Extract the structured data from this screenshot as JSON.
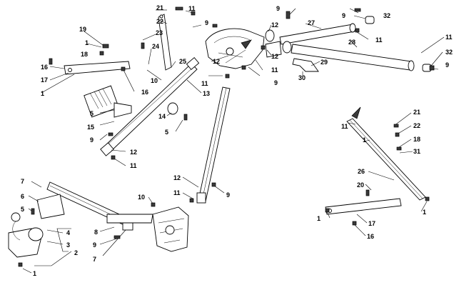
{
  "labels": {
    "c1a": "1",
    "c1b": "1",
    "c1c": "1",
    "c1d": "1",
    "c1e": "1",
    "c1f": "1",
    "c2": "2",
    "c3": "3",
    "c4": "4",
    "c5a": "5",
    "c5b": "5",
    "c5c": "5",
    "c6": "6",
    "c7a": "7",
    "c7b": "7",
    "c8": "8",
    "c9a": "9",
    "c9b": "9",
    "c9c": "9",
    "c9d": "9",
    "c9e": "9",
    "c9f": "9",
    "c9g": "9",
    "c9h": "9",
    "c10a": "10",
    "c10b": "10",
    "c11a": "11",
    "c11b": "11",
    "c11c": "11",
    "c11d": "11",
    "c11e": "11",
    "c11f": "11",
    "c11g": "11",
    "c12a": "12",
    "c12b": "12",
    "c12c": "12",
    "c12d": "12",
    "c12e": "12",
    "c13": "13",
    "c14": "14",
    "c15": "15",
    "c16a": "16",
    "c16b": "16",
    "c16c": "16",
    "c17a": "17",
    "c17b": "17",
    "c18a": "18",
    "c18b": "18",
    "c19": "19",
    "c20": "20",
    "c21a": "21",
    "c21b": "21",
    "c22a": "22",
    "c22b": "22",
    "c23": "23",
    "c24": "24",
    "c25": "25",
    "c26": "26",
    "c27": "27",
    "c28": "28",
    "c29": "29",
    "c30": "30",
    "c31": "31",
    "c32a": "32",
    "c32b": "32"
  }
}
